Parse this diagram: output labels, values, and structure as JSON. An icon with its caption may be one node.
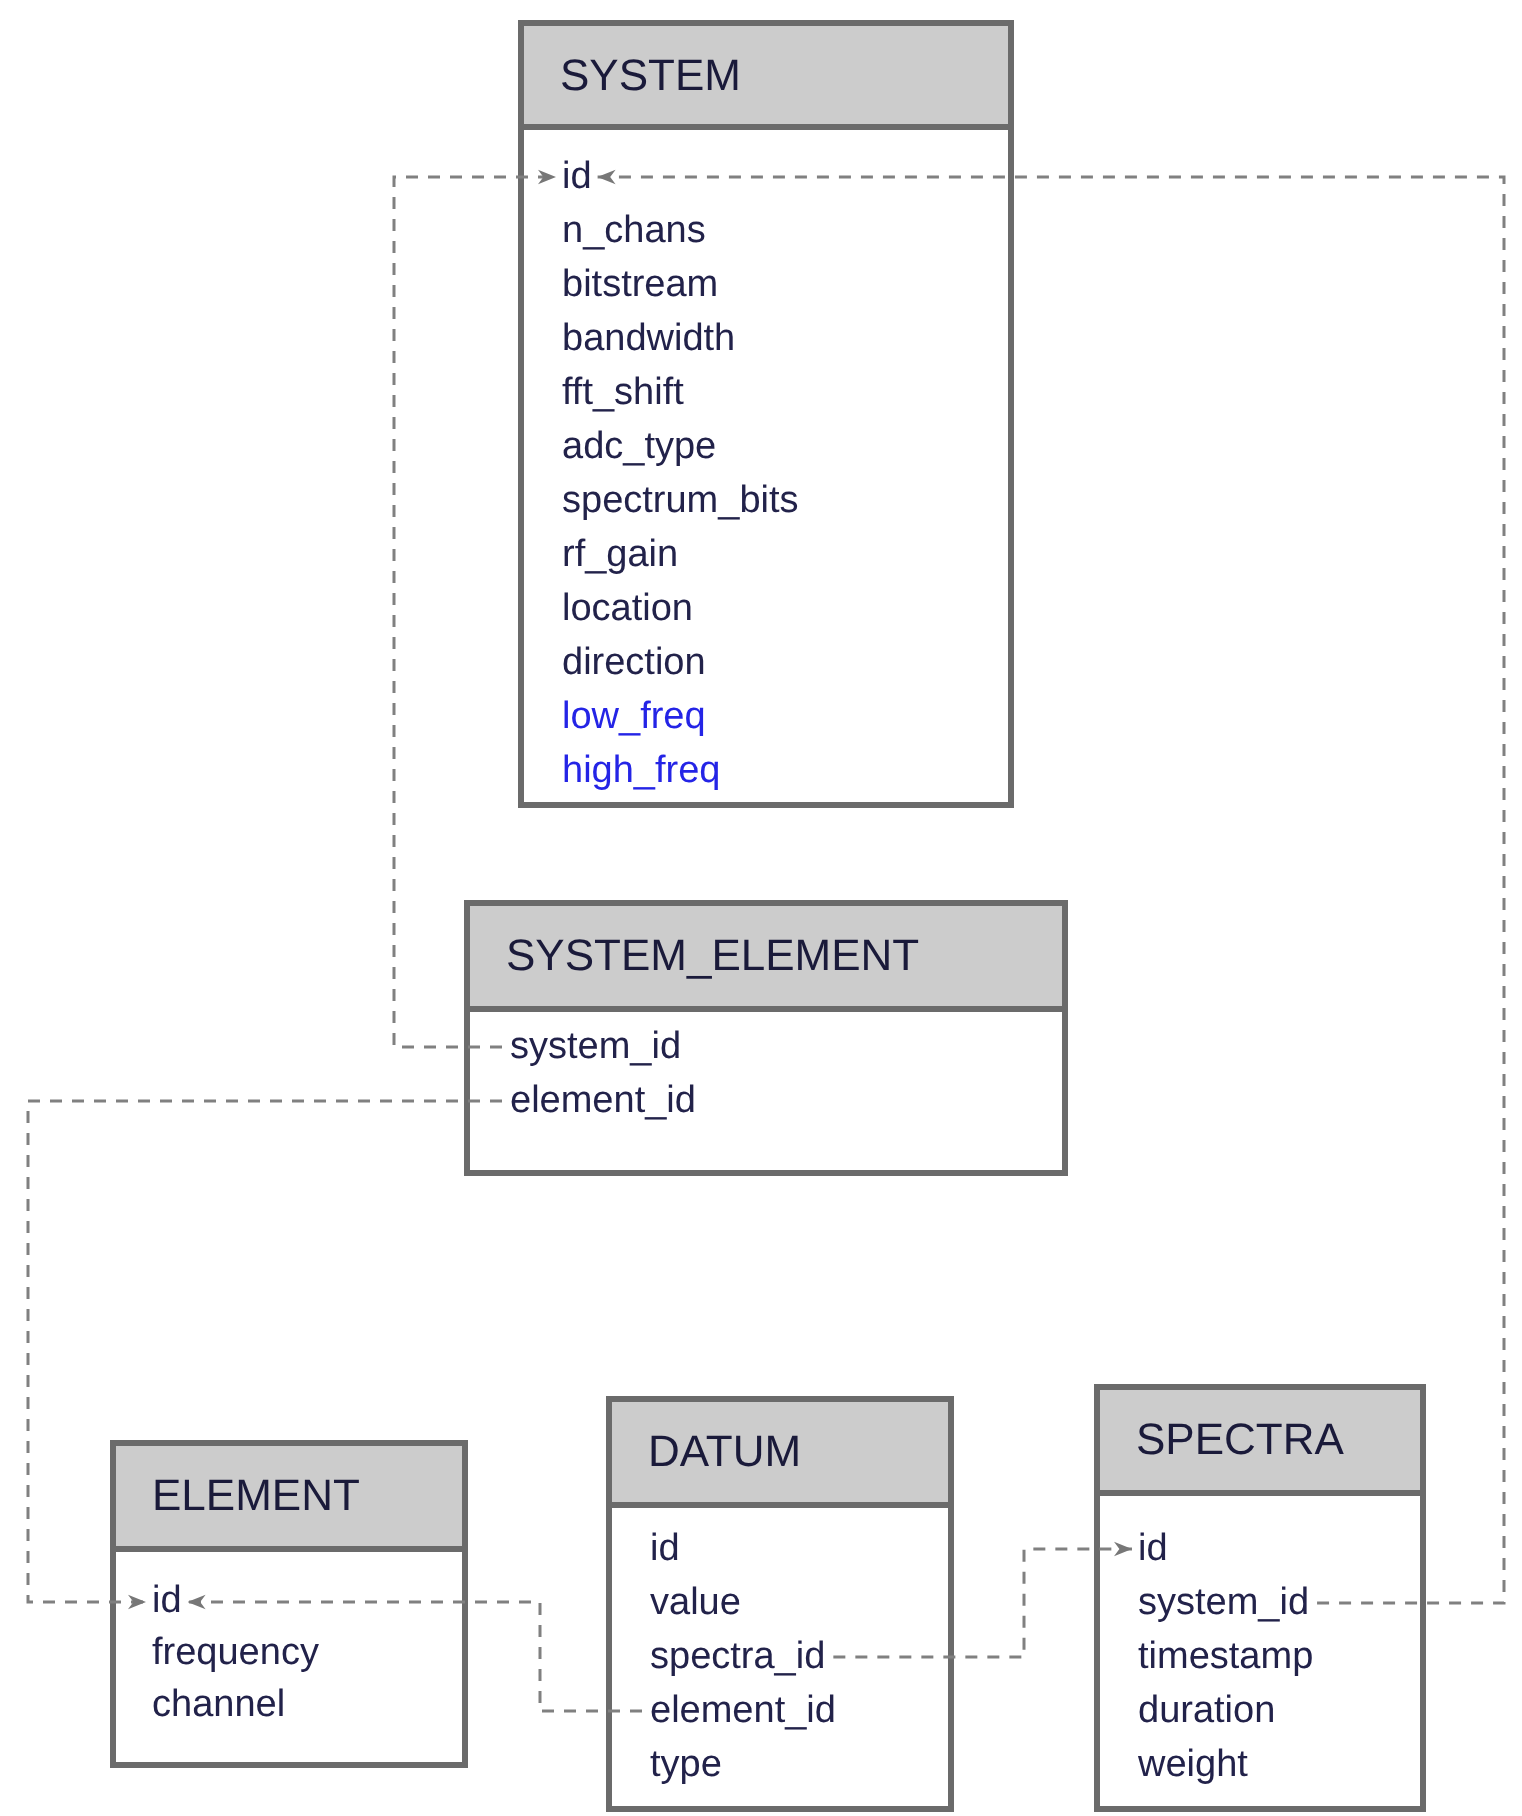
{
  "diagram": {
    "nodes": [
      {
        "text": [
          "SYSTEM"
        ]
      },
      {
        "text": [
          "id"
        ],
        "in": 0
      },
      {
        "text": [
          "n_chans"
        ],
        "in": 0
      },
      {
        "text": [
          "bitstream"
        ],
        "in": 0
      },
      {
        "text": [
          "bandwidth"
        ],
        "in": 0
      },
      {
        "text": [
          "fft_shift"
        ],
        "in": 0
      },
      {
        "text": [
          "adc_type"
        ],
        "in": 0
      },
      {
        "text": [
          "spectrum_bits"
        ],
        "in": 0
      },
      {
        "text": [
          "rf_gain"
        ],
        "in": 0
      },
      {
        "text": [
          "location"
        ],
        "in": 0
      },
      {
        "text": [
          "direction"
        ],
        "in": 0
      },
      {
        "text": [
          "low_freq"
        ],
        "in": 0
      },
      {
        "text": [
          "high_freq"
        ],
        "in": 0
      },
      {
        "text": [
          "SYSTEM_ELEMENT"
        ]
      },
      {
        "text": [
          "system_id"
        ],
        "in": 13
      },
      {
        "text": [
          "element_id"
        ],
        "in": 13
      },
      {
        "text": [
          "ELEMENT"
        ]
      },
      {
        "text": [
          "id"
        ],
        "in": 16
      },
      {
        "text": [
          "frequency"
        ],
        "in": 16
      },
      {
        "text": [
          "channel"
        ],
        "in": 16
      },
      {
        "text": [
          "DATUM"
        ]
      },
      {
        "text": [
          "id"
        ],
        "in": 20
      },
      {
        "text": [
          "value"
        ],
        "in": 20
      },
      {
        "text": [
          "spectra_id"
        ],
        "in": 20
      },
      {
        "text": [
          "element_id"
        ],
        "in": 20
      },
      {
        "text": [
          "type"
        ],
        "in": 20
      },
      {
        "text": [
          "SPECTRA"
        ]
      },
      {
        "text": [
          "id"
        ],
        "in": 26
      },
      {
        "text": [
          "system_id"
        ],
        "in": 26
      },
      {
        "text": [
          "timestamp"
        ],
        "in": 26
      },
      {
        "text": [
          "duration"
        ],
        "in": 26
      },
      {
        "text": [
          "weight"
        ],
        "in": 26
      }
    ],
    "edges": [
      {
        "from": 14,
        "to": 1,
        "arrow": "to",
        "style": "dashed"
      },
      {
        "from": 28,
        "to": 1,
        "arrow": "to",
        "style": "dashed"
      },
      {
        "from": 15,
        "to": 17,
        "arrow": "to",
        "style": "dashed"
      },
      {
        "from": 24,
        "to": 17,
        "arrow": "to",
        "style": "dashed"
      },
      {
        "from": 23,
        "to": 27,
        "arrow": "to",
        "style": "dashed"
      }
    ]
  }
}
